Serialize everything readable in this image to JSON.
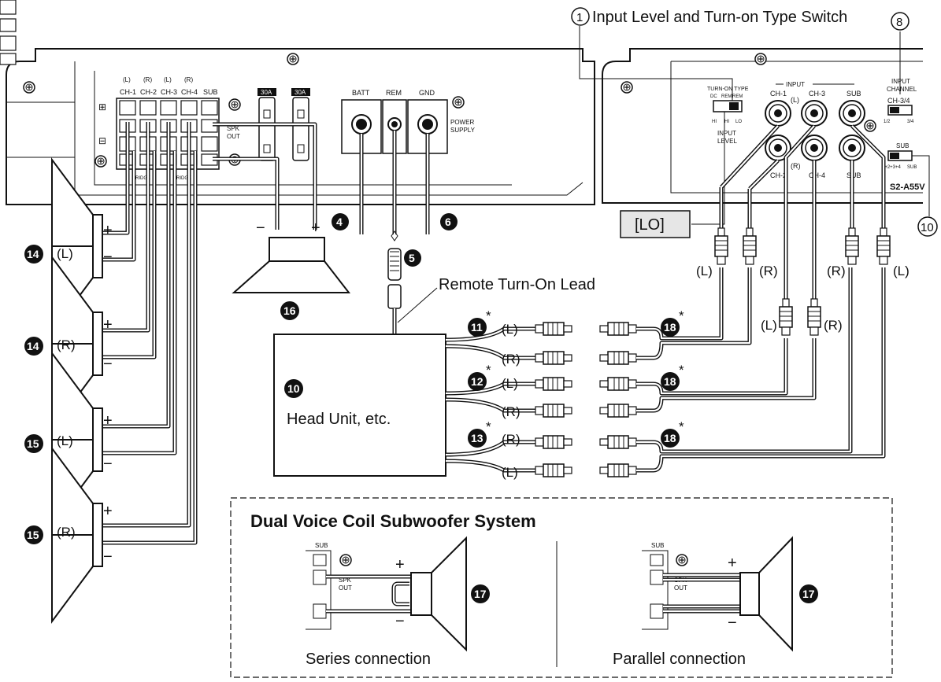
{
  "callouts": {
    "c1": {
      "num": "1",
      "text": "Input Level and Turn-on Type Switch"
    },
    "c4": "4",
    "c5": "5",
    "c6": "6",
    "c8": "8",
    "c10a": "10",
    "c10b": "10",
    "c11": "11",
    "c12": "12",
    "c13": "13",
    "c14a": "14",
    "c14b": "14",
    "c15a": "15",
    "c15b": "15",
    "c16": "16",
    "c17a": "17",
    "c17b": "17",
    "c18a": "18",
    "c18b": "18",
    "c18c": "18",
    "asterisk": "*"
  },
  "amp_left": {
    "ch_lr": [
      "(L)",
      "(R)",
      "(L)",
      "(R)"
    ],
    "ch_names": [
      "CH-1",
      "CH-2",
      "CH-3",
      "CH-4",
      "SUB"
    ],
    "plus": "⊞",
    "minus": "⊟",
    "spk_out": [
      "SPK",
      "OUT"
    ],
    "fuses": [
      "30A",
      "30A"
    ],
    "power": [
      "BATT",
      "REM",
      "GND"
    ],
    "power_supply": [
      "POWER",
      "SUPPLY"
    ],
    "bridge": "BRIDGE"
  },
  "amp_right": {
    "turn_on_type": "TURN-ON TYPE",
    "turn_on_opts": [
      "DC",
      "REM",
      "REM"
    ],
    "level_opts": [
      "HI",
      "HI",
      "LO"
    ],
    "input_level": [
      "INPUT",
      "LEVEL"
    ],
    "input": "INPUT",
    "inputs": [
      "CH-1",
      "CH-3",
      "SUB",
      "CH-2",
      "CH-4",
      "SUB"
    ],
    "in_l": "(L)",
    "in_r": "(R)",
    "input_channel": [
      "INPUT",
      "CHANNEL"
    ],
    "ch_switch": "CH-3/4",
    "ch_opts": [
      "1/2",
      "3/4"
    ],
    "sub_switch": "SUB",
    "sub_opts": [
      "1+2+3+4",
      "SUB"
    ],
    "model": "S2-A55V"
  },
  "labels": {
    "lo_box": "[LO]",
    "remote_lead": "Remote Turn-On Lead",
    "head_unit": "Head Unit, etc.",
    "L": "(L)",
    "R": "(R)",
    "plus": "+",
    "minus": "−"
  },
  "dvc": {
    "title": "Dual Voice Coil Subwoofer System",
    "sub": "SUB",
    "spk_out": [
      "SPK",
      "OUT"
    ],
    "series": "Series connection",
    "parallel": "Parallel connection"
  }
}
